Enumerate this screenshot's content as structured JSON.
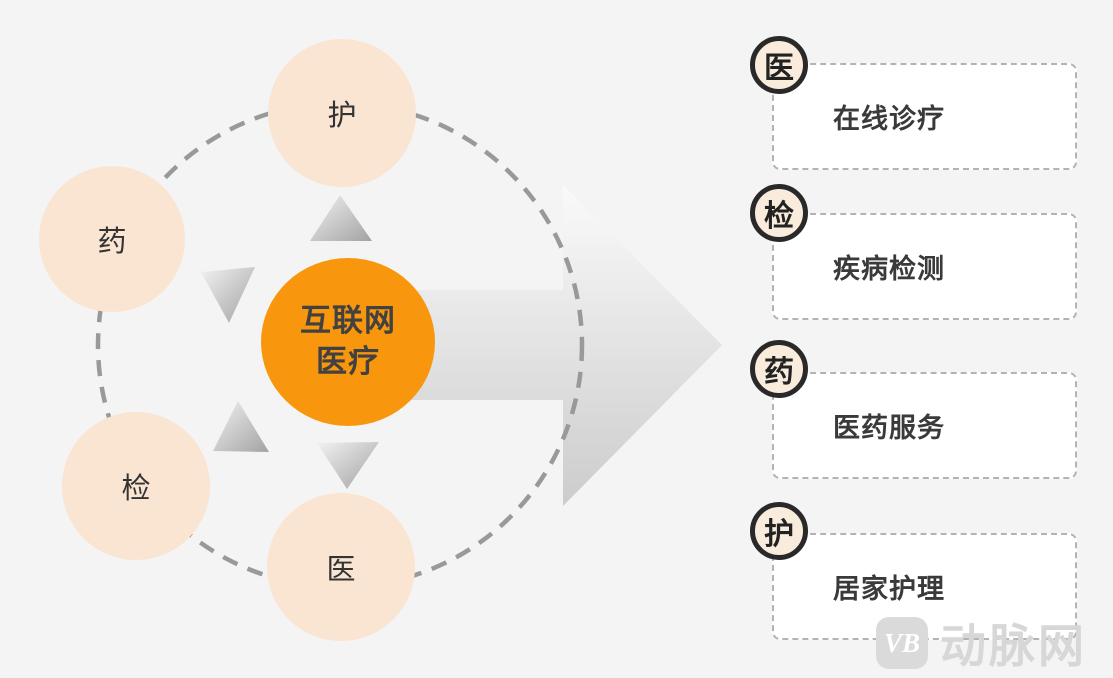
{
  "diagram": {
    "center": {
      "line1": "互联网",
      "line2": "医疗"
    },
    "satellites": [
      {
        "position": "top",
        "label": "护"
      },
      {
        "position": "left",
        "label": "药"
      },
      {
        "position": "bottom-left",
        "label": "检"
      },
      {
        "position": "bottom",
        "label": "医"
      }
    ],
    "legend": [
      {
        "badge": "医",
        "label": "在线诊疗"
      },
      {
        "badge": "检",
        "label": "疾病检测"
      },
      {
        "badge": "药",
        "label": "医药服务"
      },
      {
        "badge": "护",
        "label": "居家护理"
      }
    ],
    "icons": [
      "triangle-up-icon",
      "triangle-down-icon",
      "triangle-up-icon",
      "triangle-down-icon",
      "big-right-arrow-icon",
      "dashed-orbit-ring"
    ],
    "colors": {
      "background": "#f4f4f4",
      "accent_orange": "#f8960d",
      "peach_circle": "#fae4d2",
      "badge_fill": "#f9ecdc",
      "badge_border": "#292929",
      "text_dark": "#3a3a3a",
      "dashed_ring": "#999999",
      "box_border": "#b3b3b3"
    }
  },
  "watermark": {
    "logo": "VB",
    "text": "动脉网"
  }
}
